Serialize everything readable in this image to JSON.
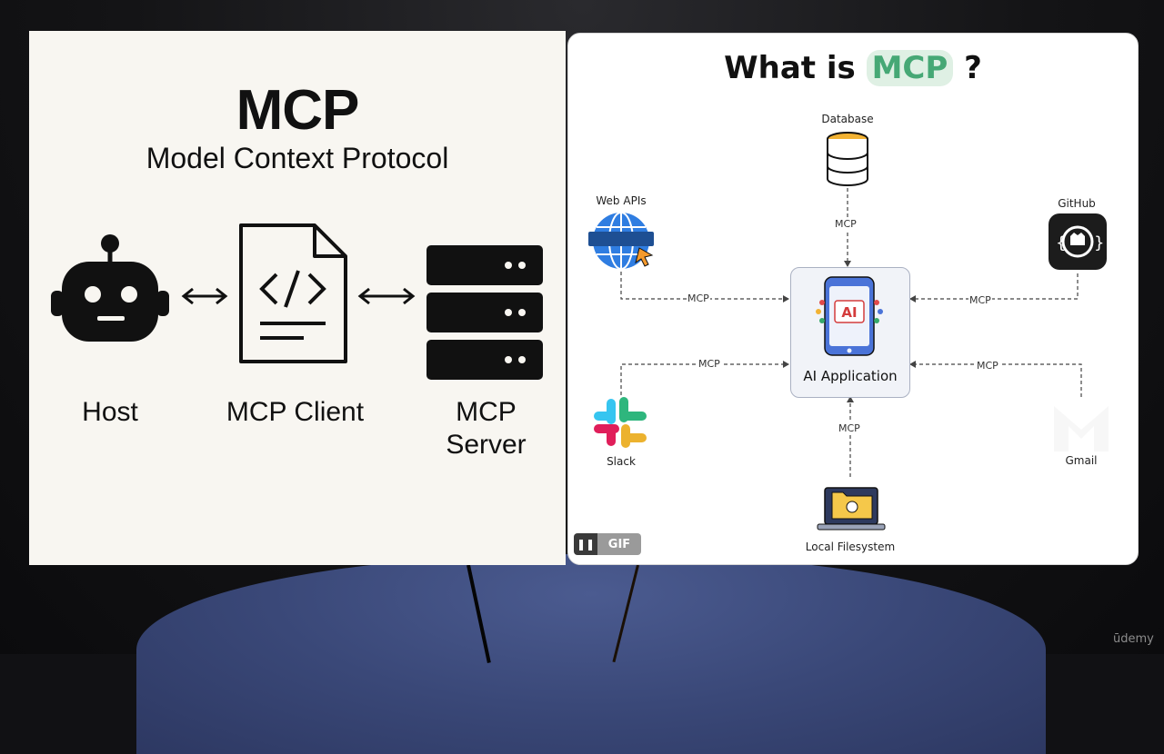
{
  "left_slide": {
    "title": "MCP",
    "subtitle": "Model Context Protocol",
    "components": [
      {
        "label": "Host",
        "icon": "robot-icon"
      },
      {
        "label": "MCP Client",
        "icon": "code-document-icon"
      },
      {
        "label": "MCP Server",
        "icon": "server-stack-icon"
      }
    ]
  },
  "right_slide": {
    "title_prefix": "What is",
    "title_highlight": "MCP",
    "title_suffix": "?",
    "center_node": {
      "label": "AI Application",
      "badge": "AI"
    },
    "nodes": {
      "database": "Database",
      "web_apis": "Web APIs",
      "github": "GitHub",
      "slack": "Slack",
      "gmail": "Gmail",
      "local_filesystem": "Local Filesystem"
    },
    "edge_label": "MCP",
    "gif_control": {
      "pause_icon": "pause-icon",
      "label": "GIF"
    }
  },
  "watermark": "ūdemy",
  "colors": {
    "highlight_bg": "#dff0e4",
    "highlight_text": "#46a875",
    "left_bg": "#f8f6f1"
  }
}
